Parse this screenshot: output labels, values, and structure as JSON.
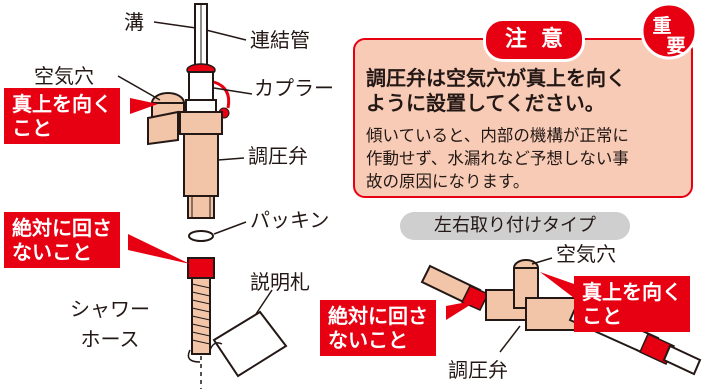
{
  "labels": {
    "groove": "溝",
    "connecting_pipe": "連結管",
    "air_hole_left": "空気穴",
    "coupler": "カプラー",
    "pressure_valve_left": "調圧弁",
    "packing": "パッキン",
    "instruction_tag": "説明札",
    "shower_hose": "シャワー\nホース",
    "air_hole_right": "空気穴",
    "pressure_valve_right": "調圧弁"
  },
  "tags": {
    "face_up_left": "真上を向く\nこと",
    "no_rotate_left": "絶対に回さ\nないこと",
    "face_up_right": "真上を向く\nこと",
    "no_rotate_right": "絶対に回さ\nないこと"
  },
  "notice": {
    "badge": "注意",
    "important_top": "重",
    "important_bottom": "要",
    "heading": "調圧弁は空気穴が真上を向く\nように設置してください。",
    "body": "傾いていると、内部の機構が正常に\n作動せず、水漏れなど予想しない事\n故の原因になります。"
  },
  "side_type_label": "左右取り付けタイプ",
  "colors": {
    "accent_red": "#e60012",
    "notice_fill": "#f7cbb6",
    "valve_body": "#f2c4a8",
    "pill_gray": "#cfcfcf"
  }
}
